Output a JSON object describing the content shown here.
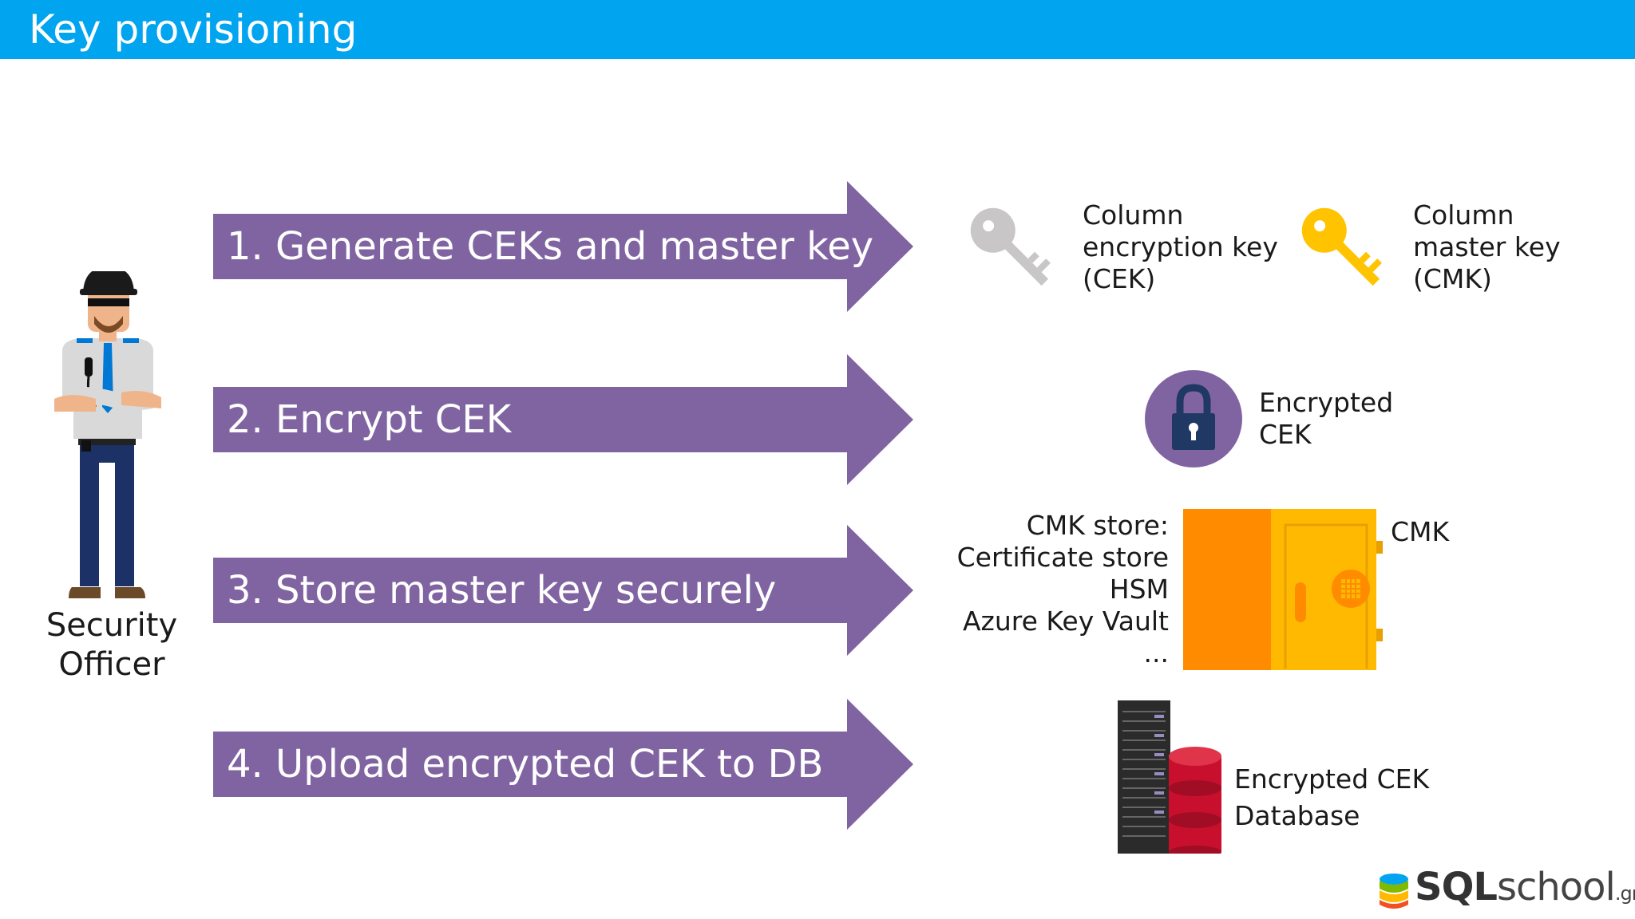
{
  "header": {
    "title": "Key provisioning"
  },
  "colors": {
    "header": "#00a4ef",
    "arrow": "#8064a2",
    "key_grey": "#c8c6c7",
    "key_gold": "#ffc300",
    "lock_circle": "#8064a2",
    "safe_orange": "#ff8c00",
    "safe_gold": "#ffb900",
    "db_red": "#c8102e"
  },
  "officer": {
    "label_line1": "Security",
    "label_line2": "Officer",
    "icon": "security-officer-icon"
  },
  "steps": [
    {
      "label": "1. Generate CEKs and master key"
    },
    {
      "label": "2. Encrypt CEK"
    },
    {
      "label": "3. Store master key securely"
    },
    {
      "label": "4. Upload encrypted CEK to DB"
    }
  ],
  "keys": {
    "cek": {
      "line1": "Column",
      "line2": "encryption key",
      "line3": "(CEK)",
      "icon": "grey-key-icon"
    },
    "cmk": {
      "line1": "Column",
      "line2": "master key",
      "line3": "(CMK)",
      "icon": "gold-key-icon"
    }
  },
  "encrypted_cek": {
    "line1": "Encrypted",
    "line2": "CEK",
    "icon": "padlock-icon"
  },
  "cmk_store": {
    "lines": [
      "CMK store:",
      "Certificate store",
      "HSM",
      "Azure Key Vault",
      "..."
    ],
    "safe_label": "CMK",
    "icon": "safe-icon"
  },
  "database": {
    "line1": "Encrypted CEK",
    "line2": "Database",
    "icon": "database-server-icon"
  },
  "brand": {
    "sql": "SQL",
    "school": "school",
    "suffix": ".gr",
    "icon": "sqlschool-logo-icon"
  }
}
